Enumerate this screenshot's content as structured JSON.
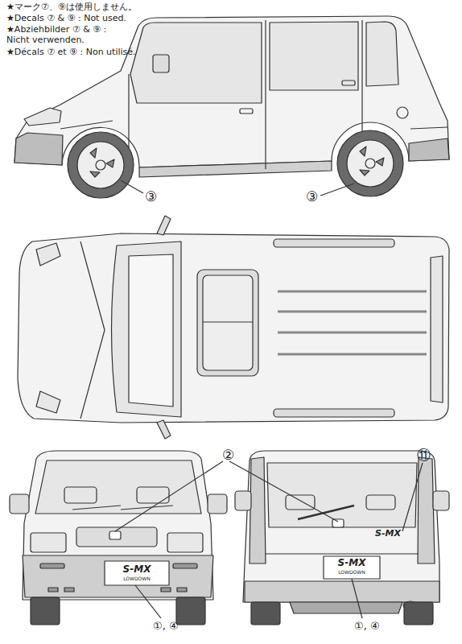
{
  "diagram": {
    "labels": [
      "★マーク⑦、⑨は使用しません。",
      "★Decals ⑦ & ⑨ : Not used.",
      "★Abziehbilder ⑦ & ⑨ : Nicht verwenden.",
      "★Décals ⑦ et ⑨ : Non utilisé.",
      "③",
      "③",
      "②",
      "⑪",
      "①, ④",
      "①, ④",
      "S-MX",
      "LOWDOWN",
      "S-MX",
      "LOWDOWN",
      "S-MX"
    ]
  }
}
